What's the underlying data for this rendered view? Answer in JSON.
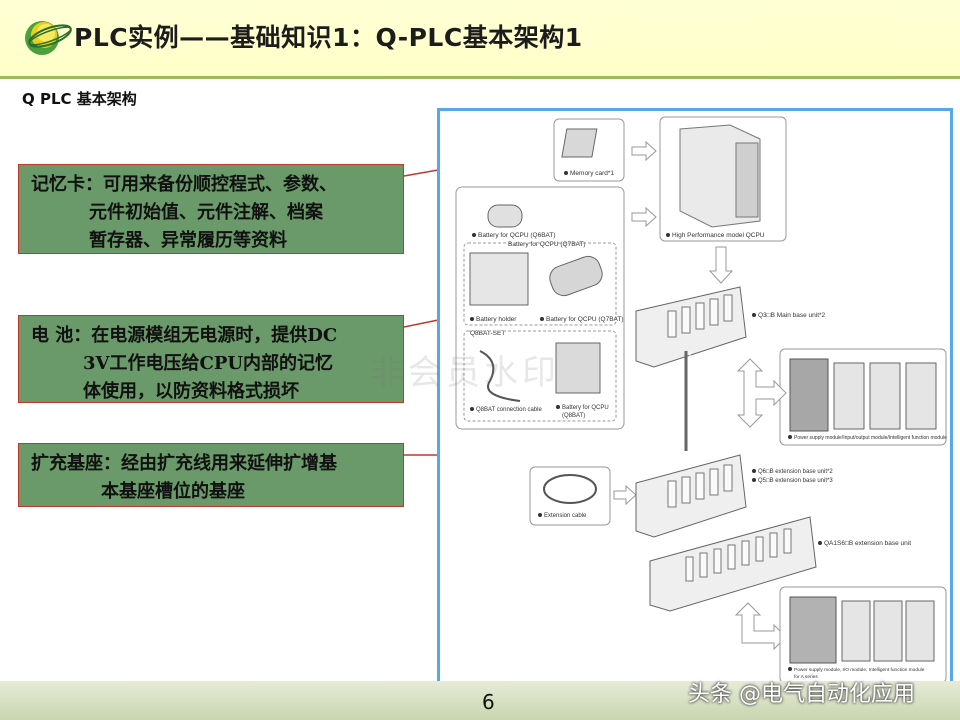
{
  "header": {
    "title": "PLC实例——基础知识1：Q-PLC基本架构1"
  },
  "subtitle": "Q PLC 基本架构",
  "callouts": {
    "memory": [
      "记忆卡：可用来备份顺控程式、参数、",
      "元件初始值、元件注解、档案",
      "暂存器、异常履历等资料"
    ],
    "battery": [
      "电  池：在电源模组无电源时，提供DC",
      "3V工作电压给CPU内部的记忆",
      "体使用，以防资料格式损坏"
    ],
    "expansion": [
      "扩充基座：经由扩充线用来延伸扩增基",
      "本基座槽位的基座"
    ]
  },
  "diagram_labels": {
    "memory_card": "Memory card*1",
    "battery_q6": "Battery for QCPU (Q6BAT)",
    "battery_q7": "Battery for QCPU (Q7BAT)",
    "battery_holder": "Battery holder",
    "battery_q7_2": "Battery for QCPU (Q7BAT)",
    "q8bat_set": "Q8BAT-SET",
    "q8bat_cable": "Q8BAT connection cable",
    "battery_q8_1": "Battery for QCPU",
    "battery_q8_2": "(Q8BAT)",
    "hp_cpu": "High Performance model QCPU",
    "main_base": "Q3□B Main base unit*2",
    "modules": "Power supply module/Input/output module/Intelligent function module",
    "ext_base_1": "Q6□B extension base unit*2",
    "ext_base_2": "Q5□B extension base unit*3",
    "ext_cable": "Extension cable",
    "qa1s6": "QA1S6□B extension base unit",
    "modules2_1": "Power supply module, I/O module, Intelligent function module",
    "modules2_2": "for A series"
  },
  "watermark": "非会员水印",
  "page_number": "6",
  "source_watermark": "头条 @电气自动化应用"
}
